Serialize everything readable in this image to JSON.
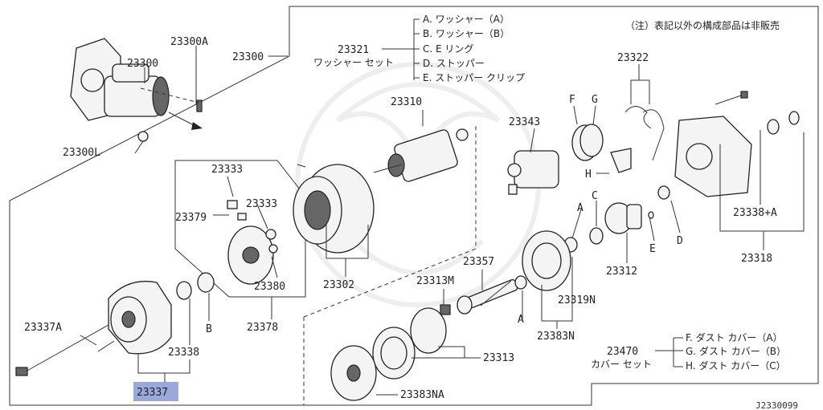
{
  "note": "（注）表記以外の構成部品は非販売",
  "diagram_id": "J2330099",
  "labels": {
    "p23300_top": "23300",
    "p23300_box": "23300",
    "p23300A": "23300A",
    "p23300L": "23300L",
    "p23321": "23321",
    "p23321_set": "ワッシャー セット",
    "washer_a": "A. ワッシャー（A）",
    "washer_b": "B. ワッシャー（B）",
    "e_ring": "C. E リング",
    "stopper": "D. ストッパー",
    "stopper_clip": "E. ストッパー クリップ",
    "p23322": "23322",
    "p23310": "23310",
    "p23343": "23343",
    "F": "F",
    "G": "G",
    "H": "H",
    "A1": "A",
    "C1": "C",
    "E1": "E",
    "D1": "D",
    "B1": "B",
    "A2": "A",
    "p23333_a": "23333",
    "p23333_b": "23333",
    "p23379": "23379",
    "p23380": "23380",
    "p23378": "23378",
    "p23302": "23302",
    "p23312": "23312",
    "p23318": "23318",
    "p23338A": "23338+A",
    "p23357": "23357",
    "p23313M": "23313M",
    "p23319N": "23319N",
    "p23383N": "23383N",
    "p23337A": "23337A",
    "p23338": "23338",
    "p23337": "23337",
    "p23313": "23313",
    "p23383NA": "23383NA",
    "p23470": "23470",
    "p23470_set": "カバー セット",
    "dust_a": "F. ダスト カバー（A）",
    "dust_b": "G. ダスト カバー（B）",
    "dust_c": "H. ダスト カバー（C）"
  },
  "highlight_color": "#8f9fd6"
}
